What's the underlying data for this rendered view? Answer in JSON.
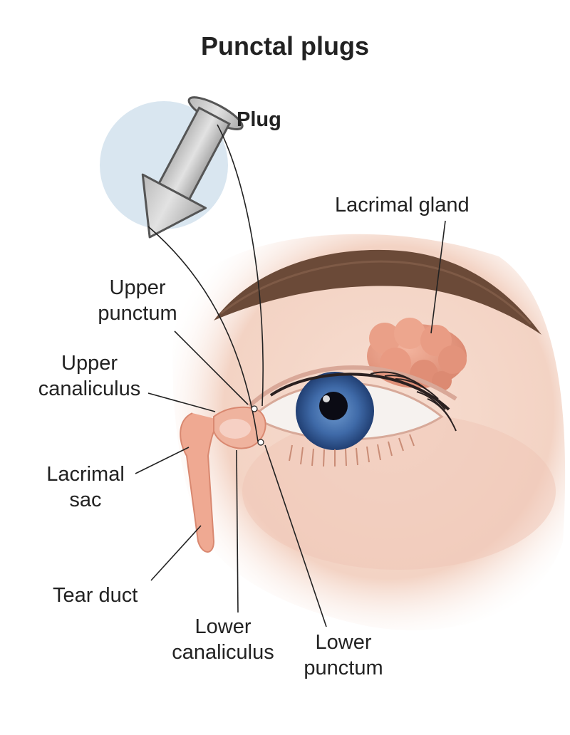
{
  "title": "Punctal plugs",
  "labels": {
    "plug": "Plug",
    "lacrimal_gland": "Lacrimal gland",
    "upper_punctum": [
      "Upper",
      "punctum"
    ],
    "upper_canaliculus": [
      "Upper",
      "canaliculus"
    ],
    "lacrimal_sac": [
      "Lacrimal",
      "sac"
    ],
    "tear_duct": "Tear duct",
    "lower_canaliculus": [
      "Lower",
      "canaliculus"
    ],
    "lower_punctum": [
      "Lower",
      "punctum"
    ]
  },
  "colors": {
    "skin": "#f4d2c4",
    "brow": "#6b4a38",
    "iris": "#3f6aa8",
    "gland": "#e8957c",
    "duct": "#efa992",
    "plug_circle": "#d9e6f0",
    "plug": "#c9c9c9"
  }
}
